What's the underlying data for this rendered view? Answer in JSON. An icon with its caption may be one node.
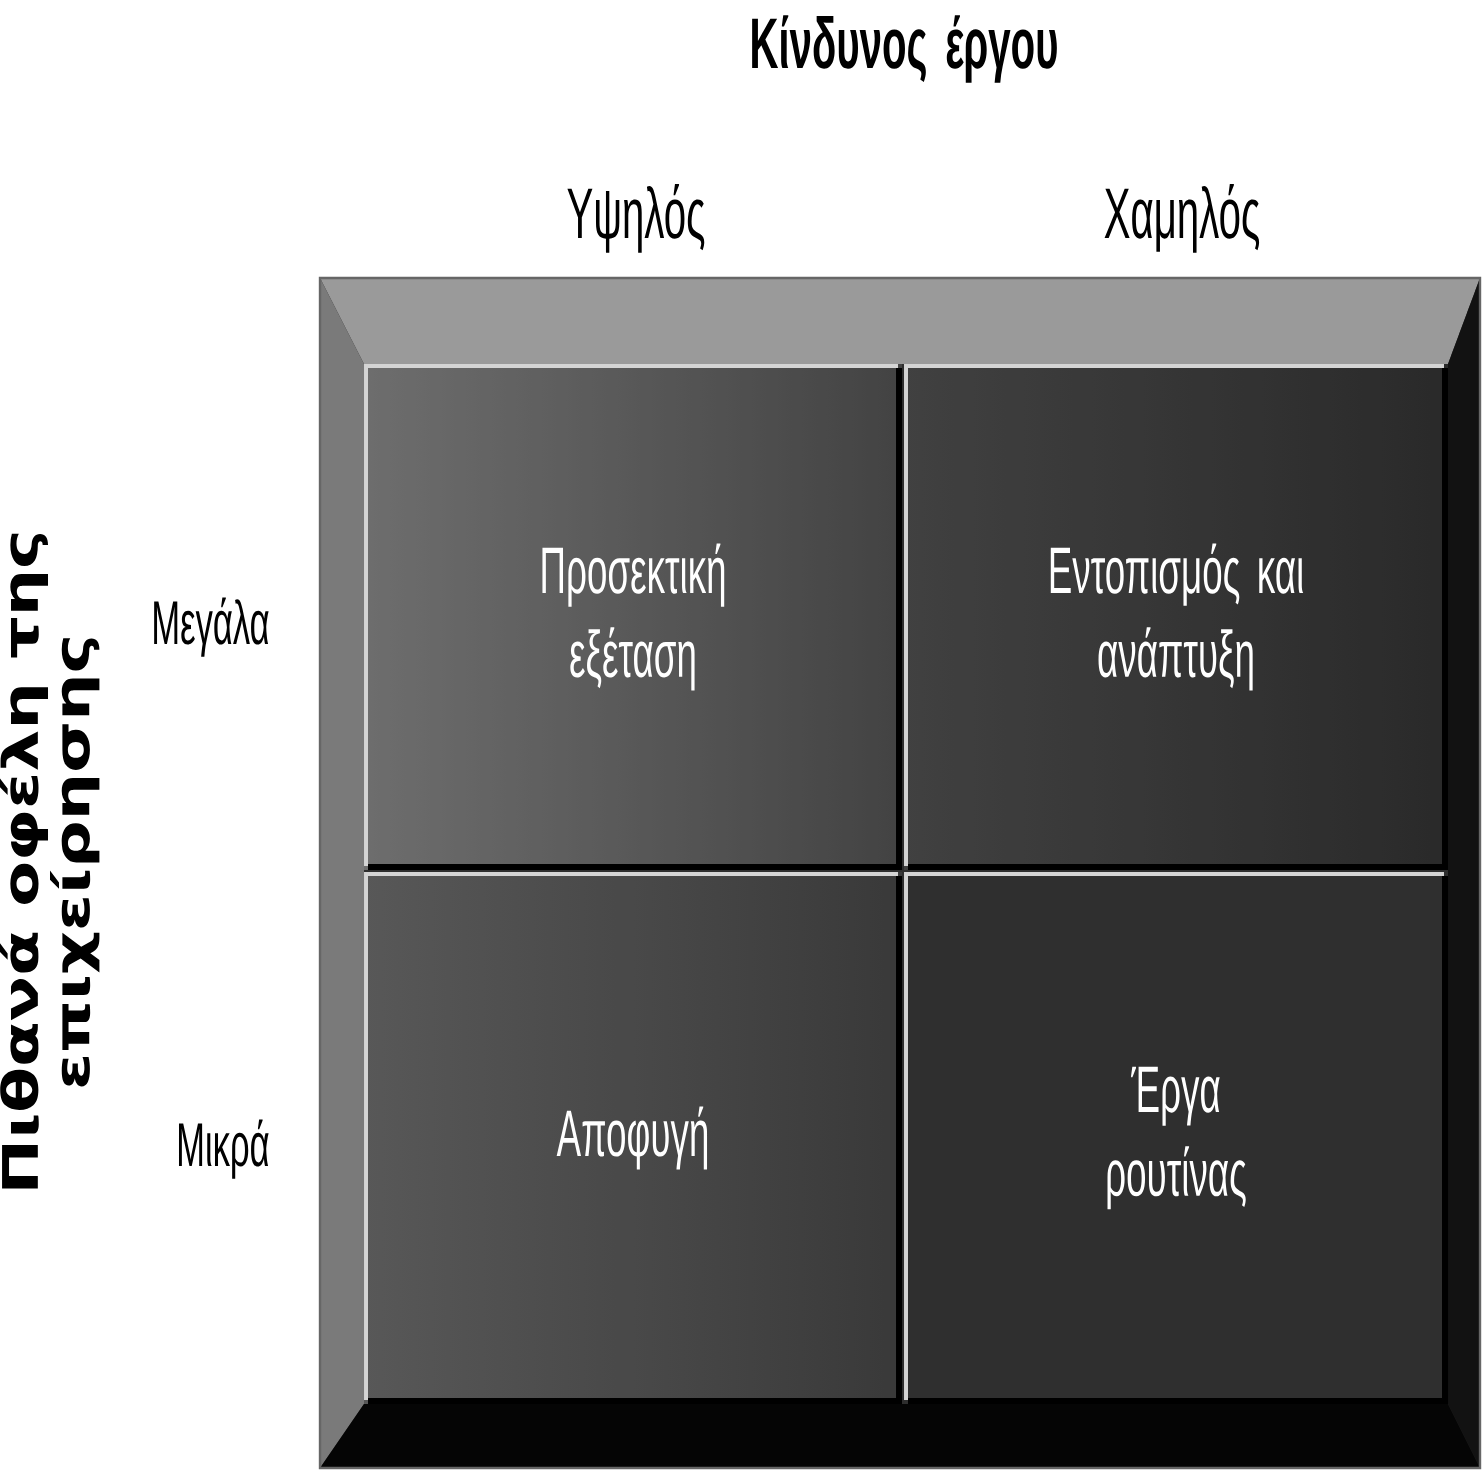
{
  "diagram": {
    "title": "Κίνδυνος έργου",
    "nodes": [
      {
        "text": [],
        "shape": "box"
      },
      {
        "text": [
          "Προσεκτική εξέταση"
        ],
        "in": 0
      },
      {
        "text": [
          "Εντοπισμός και ανάπτυξη"
        ],
        "in": 0
      },
      {
        "text": [
          "Αποφυγή"
        ],
        "in": 0
      },
      {
        "text": [
          "Έργα ρουτίνας"
        ],
        "in": 0
      }
    ],
    "labels": [
      "Υψηλός",
      "Χαμηλός",
      "Πιθανά οφέλη της επιχείρησης",
      "Μεγάλα",
      "Μικρά"
    ]
  }
}
